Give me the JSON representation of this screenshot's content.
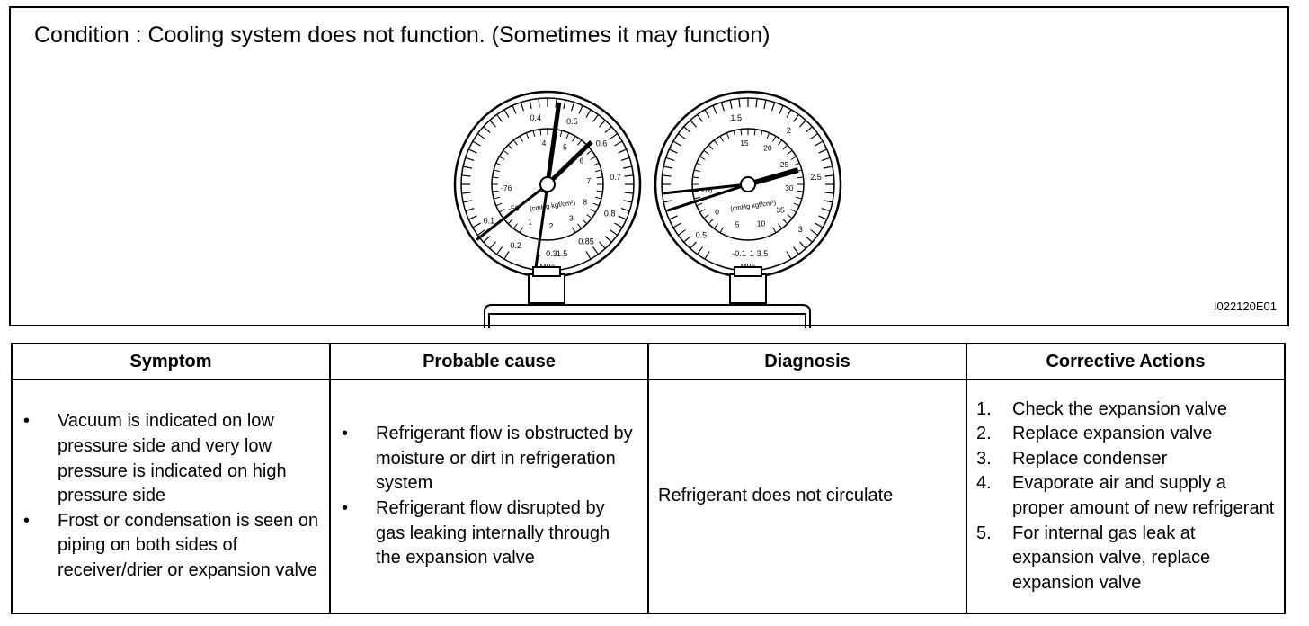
{
  "condition": "Condition : Cooling system does not function. (Sometimes it may function)",
  "figure_id": "I022120E01",
  "gauges": {
    "low": {
      "outer_scale": [
        "0.4",
        "0.5",
        "0.6",
        "0.7",
        "0.8",
        "0.85",
        "0.3",
        "0.2",
        "0.1"
      ],
      "inner_scale": [
        "4",
        "5",
        "6",
        "7",
        "8",
        "3",
        "2",
        "1",
        "-50",
        "-76"
      ],
      "units": "(cmHg kgf/cm²)",
      "bottom": [
        "1",
        "1.5"
      ],
      "unit_label": "MPa"
    },
    "high": {
      "outer_scale": [
        "1.5",
        "2",
        "2.5",
        "3",
        "1",
        "0.5"
      ],
      "inner_scale": [
        "15",
        "20",
        "25",
        "30",
        "35",
        "10",
        "5",
        "0",
        "-76"
      ],
      "units": "(cmHg kgf/cm²)",
      "bottom": [
        "-0.1",
        "3.5"
      ],
      "unit_label": "MPa"
    }
  },
  "table": {
    "headers": [
      "Symptom",
      "Probable cause",
      "Diagnosis",
      "Corrective Actions"
    ],
    "symptom": [
      "Vacuum is indicated on low pressure side and very low pressure is indicated on high pressure side",
      "Frost or condensation is seen on piping on both sides of receiver/drier or expansion valve"
    ],
    "cause": [
      "Refrigerant flow is obstructed by moisture or dirt in refrigeration system",
      "Refrigerant flow disrupted by gas leaking internally through the expansion valve"
    ],
    "diagnosis": "Refrigerant does not circulate",
    "actions": [
      {
        "num": "1.",
        "text": "Check the expansion valve"
      },
      {
        "num": "2.",
        "text": "Replace expansion valve"
      },
      {
        "num": "3.",
        "text": "Replace condenser"
      },
      {
        "num": "4.",
        "text": "Evaporate air and supply a proper amount of new refrigerant"
      },
      {
        "num": "5.",
        "text": "For internal gas leak at expansion valve, replace expansion valve"
      }
    ]
  }
}
